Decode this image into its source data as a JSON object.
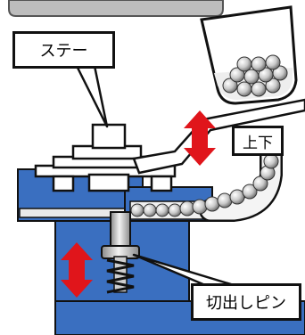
{
  "labels": {
    "stay": "ステー",
    "up_down": "上下",
    "ejector_pin": "切出しピン"
  },
  "colors": {
    "block_blue": "#3a6fc0",
    "arrow_red": "#e0151b",
    "outline": "#111111",
    "stay_fill": "#ffffff",
    "ball_gray": "#d0d0d0"
  },
  "icons": {
    "up_down_arrow": "double-headed-vertical-arrow",
    "spring": "coil-spring",
    "hopper": "ball-hopper"
  }
}
